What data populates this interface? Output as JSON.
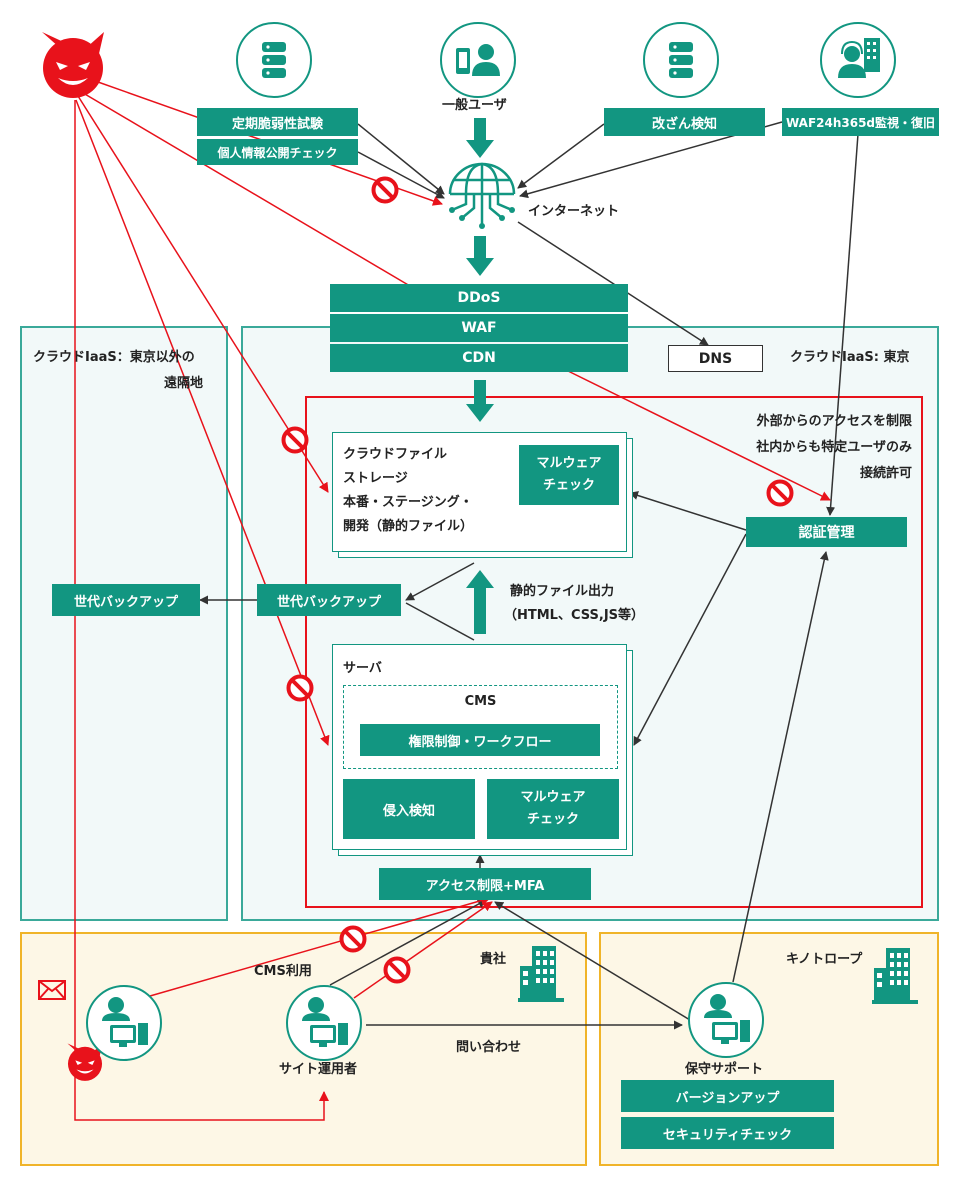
{
  "top": {
    "vuln_test": "定期脆弱性試験",
    "personal_info_check": "個人情報公開チェック",
    "general_user": "一般ユーザ",
    "tamper_detect": "改ざん検知",
    "waf_monitor": "WAF24h365d監視・復旧",
    "internet": "インターネット"
  },
  "edge": {
    "ddos": "DDoS",
    "waf": "WAF",
    "cdn": "CDN",
    "dns": "DNS"
  },
  "cloud_remote": {
    "title_line1": "クラウドIaaS：東京以外の",
    "title_line2": "遠隔地",
    "backup": "世代バックアップ"
  },
  "cloud_tokyo": {
    "title": "クラウドIaaS: 東京",
    "access_note_line1": "外部からのアクセスを制限",
    "access_note_line2": "社内からも特定ユーザのみ",
    "access_note_line3": "接続許可",
    "storage_line1": "クラウドファイル",
    "storage_line2": "ストレージ",
    "storage_line3": "本番・ステージング・",
    "storage_line4": "開発（静的ファイル）",
    "malware_check_line1": "マルウェア",
    "malware_check_line2": "チェック",
    "auth": "認証管理",
    "backup": "世代バックアップ",
    "static_output_line1": "静的ファイル出力",
    "static_output_line2": "（HTML、CSS,JS等）",
    "server": "サーバ",
    "cms": "CMS",
    "permission": "権限制御・ワークフロー",
    "intrusion": "侵入検知",
    "access_mfa": "アクセス制限+MFA"
  },
  "company": {
    "label": "貴社",
    "cms_use": "CMS利用",
    "operator": "サイト運用者",
    "inquiry": "問い合わせ"
  },
  "kinotrope": {
    "label": "キノトロープ",
    "support": "保守サポート",
    "version_up": "バージョンアップ",
    "security_check": "セキュリティチェック"
  },
  "colors": {
    "teal": "#129681",
    "red": "#e8121b",
    "zone_cloud_bg": "#f2f9f9",
    "zone_company_bg": "#fdf7e6",
    "zone_company_border": "#f0b429"
  },
  "icons": [
    "devil-icon",
    "database-icon",
    "user-smartphone-icon",
    "operator-building-icon",
    "globe-network-icon",
    "building-icon",
    "user-pc-icon",
    "mail-icon",
    "prohibited-icon"
  ]
}
